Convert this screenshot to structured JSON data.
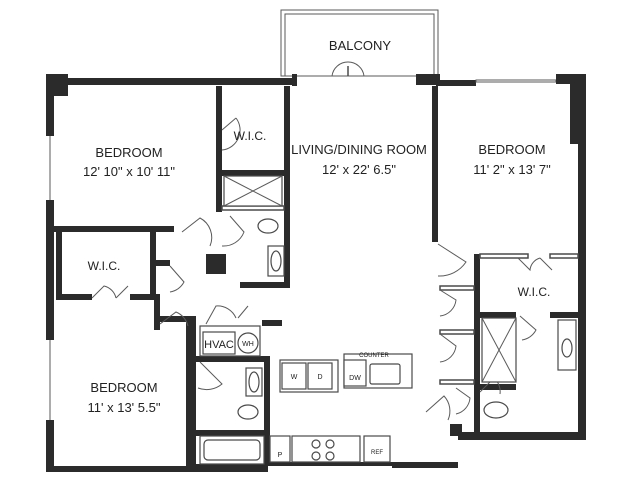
{
  "rooms": {
    "balcony": {
      "name": "BALCONY"
    },
    "living_dining": {
      "name": "LIVING/DINING ROOM",
      "size": "12' x 22' 6.5\""
    },
    "bedroom_nw": {
      "name": "BEDROOM",
      "size": "12' 10\" x 10' 11\""
    },
    "bedroom_ne": {
      "name": "BEDROOM",
      "size": "11' 2\" x 13' 7\""
    },
    "bedroom_sw": {
      "name": "BEDROOM",
      "size": "11' x 13' 5.5\""
    },
    "wic_nw": {
      "name": "W.I.C."
    },
    "wic_w": {
      "name": "W.I.C."
    },
    "wic_e": {
      "name": "W.I.C."
    }
  },
  "fixtures": {
    "hvac": "HVAC",
    "water_heater": "WH",
    "counter": "COUNTER",
    "washer": "W",
    "dryer": "D",
    "dishwasher": "DW",
    "pantry": "P",
    "refrigerator": "REF"
  }
}
